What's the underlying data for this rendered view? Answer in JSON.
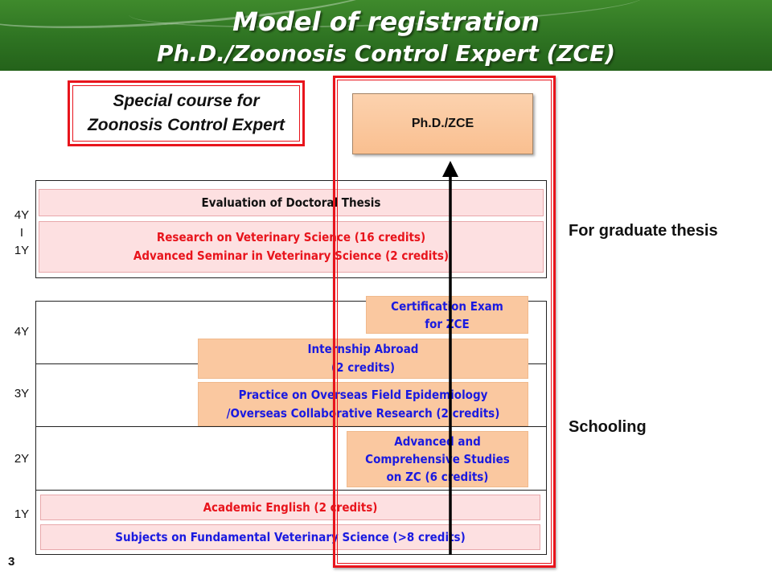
{
  "header": {
    "title_line1": "Model of registration",
    "title_line2": "Ph.D./Zoonosis Control Expert (ZCE)"
  },
  "special_course": {
    "line1": "Special course for",
    "line2": "Zoonosis Control Expert"
  },
  "goal": {
    "label": "Ph.D./ZCE"
  },
  "thesis_section": {
    "year_top": "4Y",
    "year_sep": "I",
    "year_bottom": "1Y",
    "evaluation": "Evaluation of Doctoral Thesis",
    "research": "Research on Veterinary Science (16 credits)",
    "seminar": "Advanced Seminar in Veterinary Science (2 credits)",
    "side_label": "For graduate thesis"
  },
  "schooling_section": {
    "years": [
      "4Y",
      "3Y",
      "2Y",
      "1Y"
    ],
    "cert_line1": "Certification Exam",
    "cert_line2": "for ZCE",
    "internship_line1": "Internship Abroad",
    "internship_line2": "(2 credits)",
    "practice_line1": "Practice on Overseas Field Epidemiology",
    "practice_line2": "/Overseas Collaborative Research (2 credits)",
    "advanced_line1": "Advanced and",
    "advanced_line2": "Comprehensive Studies",
    "advanced_line3": "on ZC (6 credits)",
    "english": "Academic English (2 credits)",
    "fundamental": "Subjects on Fundamental Veterinary Science (>8 credits)",
    "side_label": "Schooling"
  },
  "page_number": "3",
  "colors": {
    "header_green": "#2e7322",
    "highlight_red": "#e8141c",
    "course_pink": "#fde0e1",
    "course_peach": "#fac8a0",
    "text_blue": "#1a1ae0"
  }
}
